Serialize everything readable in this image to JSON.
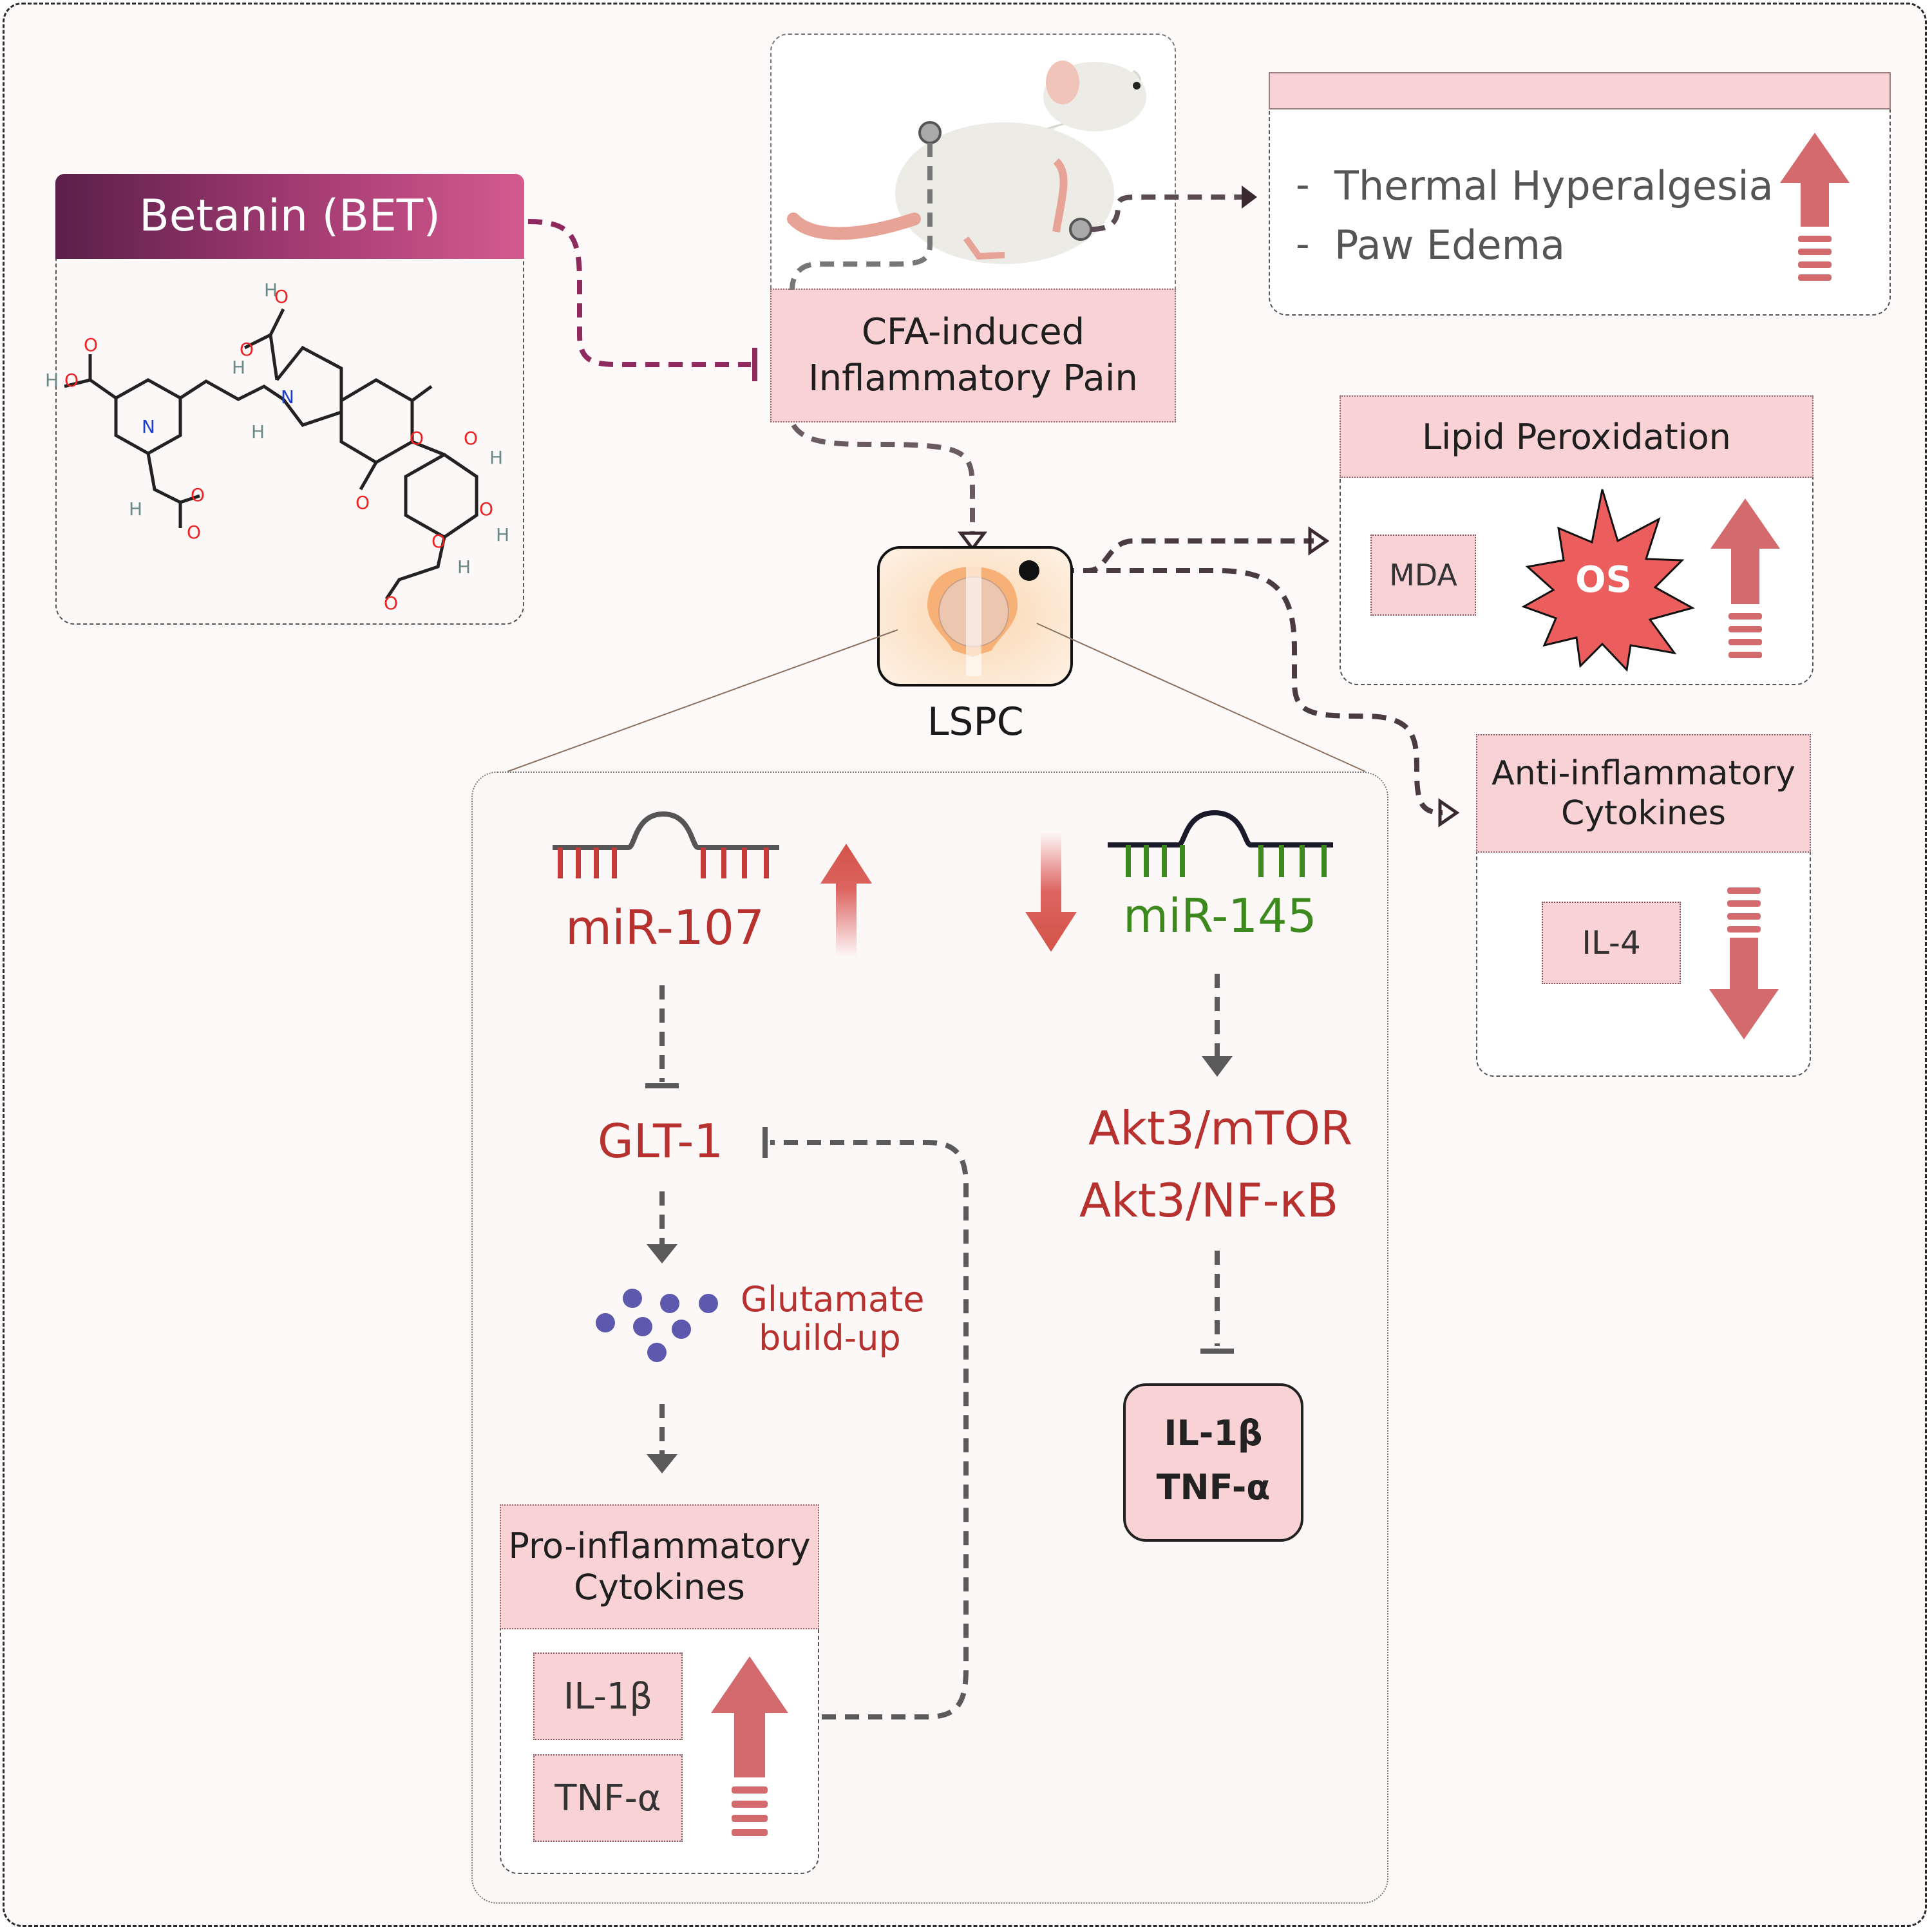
{
  "betanin": {
    "title": "Betanin (BET)"
  },
  "cfa": {
    "line1": "CFA-induced",
    "line2": "Inflammatory Pain"
  },
  "symptoms": {
    "items": [
      "Thermal Hyperalgesia",
      "Paw Edema"
    ]
  },
  "lipid": {
    "title": "Lipid Peroxidation",
    "mda": "MDA",
    "os": "OS"
  },
  "anti": {
    "line1": "Anti-inflammatory",
    "line2": "Cytokines",
    "il4": "IL-4"
  },
  "lspc": {
    "label": "LSPC"
  },
  "left_path": {
    "mirna": "miR-107",
    "glt": "GLT-1",
    "glu1": "Glutamate",
    "glu2": "build-up",
    "pro1": "Pro-inflammatory",
    "pro2": "Cytokines",
    "il1b": "IL-1β",
    "tnfa": "TNF-α"
  },
  "right_path": {
    "mirna": "miR-145",
    "akt1": "Akt3/mTOR",
    "akt2": "Akt3/NF-κB",
    "il1b": "IL-1β",
    "tnfa": "TNF-α"
  },
  "colors": {
    "red_text": "#b7312f",
    "green_text": "#3c8a1e",
    "pink_fill": "#f9d2d5",
    "arrow_red": "#d26a6e",
    "betanin_grad_start": "#5a1f4a",
    "betanin_grad_end": "#d45a8f"
  }
}
